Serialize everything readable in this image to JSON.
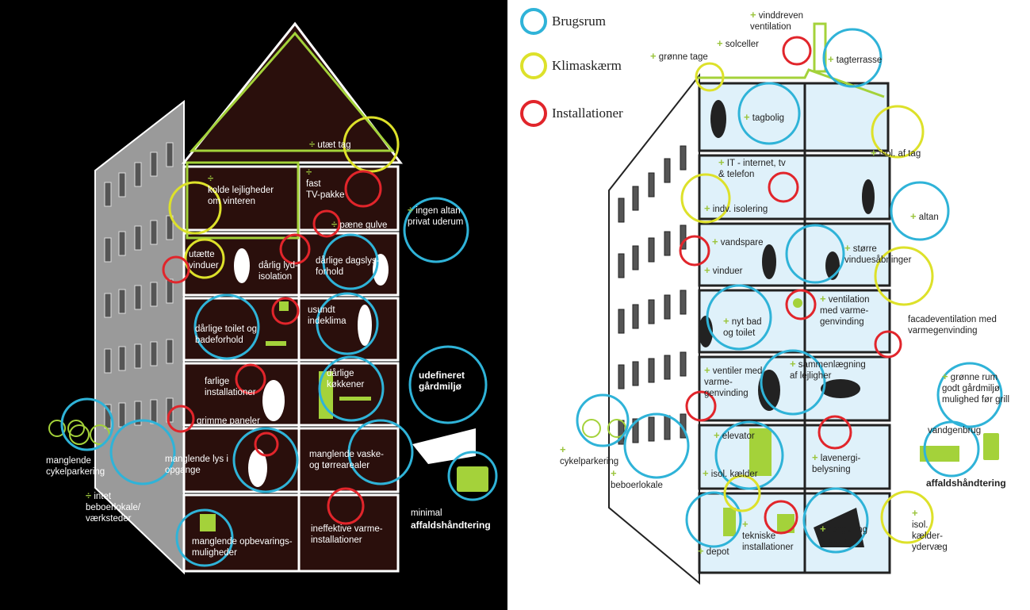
{
  "colors": {
    "brugsrum": "#2fb3d8",
    "klimaskaerm": "#dde12a",
    "installationer": "#e1252b",
    "accent": "#a4d23a",
    "interior_dark": "#2a0f0c",
    "interior_light": "#dff1fa"
  },
  "markers": {
    "minus": "÷",
    "plus": "+"
  },
  "left_panel": {
    "labels": {
      "utaet_tag": "utæt tag",
      "kolde_lejligheder": "kolde lejligheder\nom vinteren",
      "fast_tv": "fast\nTV-pakke",
      "ingen_altan": "ingen altan\nprivat uderum",
      "paene_gulve": "pæne gulve",
      "utaette_vinduer": "utætte\nvinduer",
      "darlig_lyd": "dårlig lyd-\nisolation",
      "darlige_dagslys": "dårlige dagslys-\nforhold",
      "darlige_toilet": "dårlige toilet og\nbadeforhold",
      "usundt_indeklima": "usundt\nindeklima",
      "udefineret": "udefineret\ngårdmiljø",
      "farlige_install": "farlige\ninstallationer",
      "darlige_koekkener": "dårlige\nkøkkener",
      "grimme_paneler": "grimme paneler",
      "manglende_cykel": "manglende\ncykelparkering",
      "manglende_lys": "manglende lys i\nopgange",
      "manglende_vaske": "manglende vaske-\nog tørrearealer",
      "intet_beboer": "intet\nbeboerlokale/\nværksteder",
      "minimal": "minimal",
      "affald": "affaldshåndtering",
      "manglende_opbev": "manglende opbevarings-\nmuligheder",
      "ineffektive": "ineffektive varme-\ninstallationer"
    }
  },
  "right_panel": {
    "legend": [
      {
        "label": "Brugsrum",
        "color": "#2fb3d8"
      },
      {
        "label": "Klimaskærm",
        "color": "#dde12a"
      },
      {
        "label": "Installationer",
        "color": "#e1252b"
      }
    ],
    "labels": {
      "vinddreven": "vinddreven\nventilation",
      "solceller": "solceller",
      "gronne_tage": "grønne tage",
      "tagterrasse": "tagterrasse",
      "tagbolig": "tagbolig",
      "isol_tag": "isol. af tag",
      "it": "IT - internet, tv\n& telefon",
      "indv_isolering": "indv. isolering",
      "altan": "altan",
      "vandspare": "vandspare",
      "storre_vindue": "større\nvinduesåbninger",
      "vinduer": "vinduer",
      "nyt_bad": "nyt bad\nog toilet",
      "ventilation_varme": "ventilation\nmed varme-\ngenvinding",
      "facadevent": "facadeventilation med\nvarmegenvinding",
      "ventiler_med": "ventiler med\nvarme-\ngenvinding",
      "sammenlaegning": "sammenlægning\naf lejligher",
      "gronne_rum": "grønne rum\ngodt gårdmiljø\nmulighed før grill",
      "cykelparkering": "cykelparkering",
      "elevator": "elevator",
      "vandgenbrug": "vandgenbrug",
      "beboerlokale": "beboerlokale",
      "isol_kaelder": "isol. kælder",
      "lavenergi": "lavenergi-\nbelysning",
      "affald": "affaldshåndtering",
      "depot": "depot",
      "tekniske": "tekniske\ninstallationer",
      "rengoring": "rengøring\n& vask",
      "isol_kaelderydervaeg": "isol.\nkælder-\nydervæg"
    }
  }
}
